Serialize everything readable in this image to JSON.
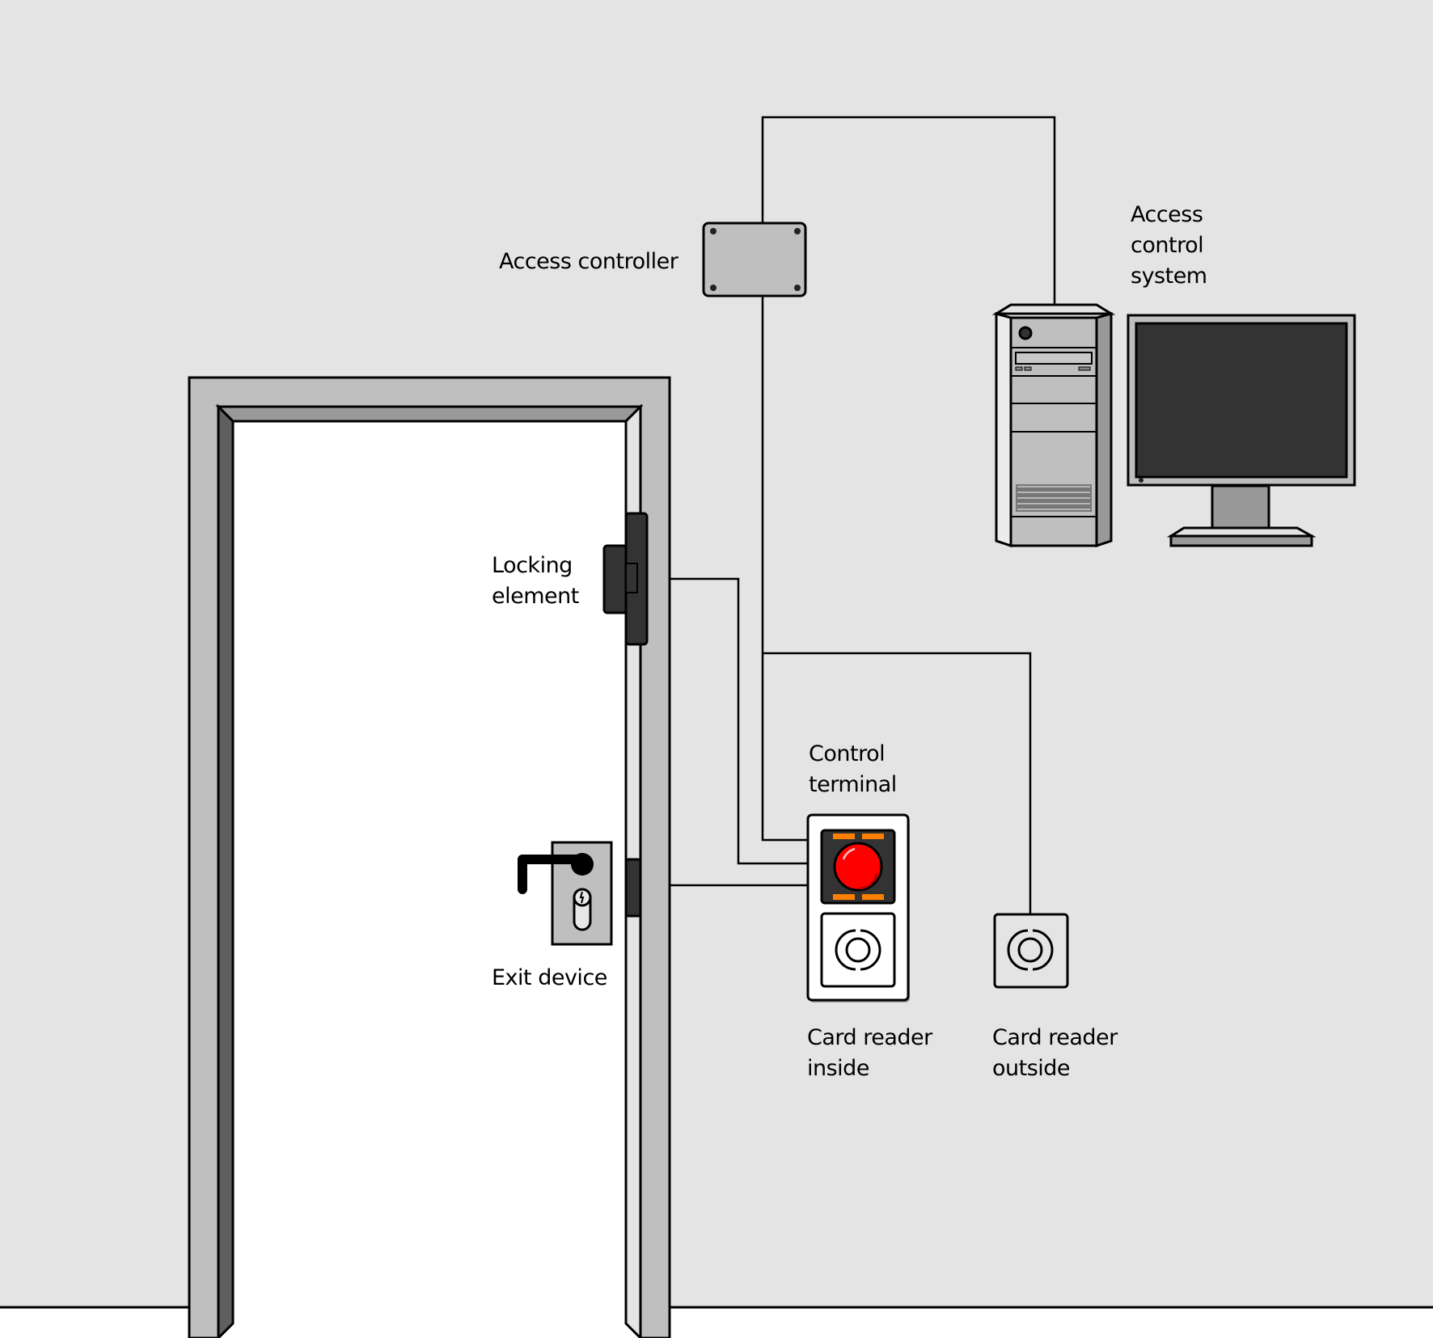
{
  "diagram": {
    "title": "Access control system door installation",
    "colors": {
      "wall": "#e4e4e4",
      "floor": "#ffffff",
      "frame": "#bfbfbf",
      "frame_dark": "#5f5f5f",
      "frame_mid": "#999999",
      "device_dark": "#333333",
      "button_red": "#ff0000",
      "led_orange": "#ff8000",
      "line": "#000000"
    },
    "components": [
      {
        "id": "access-controller",
        "label_lines": [
          "Access controller"
        ]
      },
      {
        "id": "access-control-system",
        "label_lines": [
          "Access",
          "control",
          "system"
        ]
      },
      {
        "id": "locking-element",
        "label_lines": [
          "Locking",
          "element"
        ]
      },
      {
        "id": "control-terminal",
        "label_lines": [
          "Control",
          "terminal"
        ]
      },
      {
        "id": "exit-device",
        "label_lines": [
          "Exit device"
        ]
      },
      {
        "id": "card-reader-inside",
        "label_lines": [
          "Card reader",
          "inside"
        ]
      },
      {
        "id": "card-reader-outside",
        "label_lines": [
          "Card reader",
          "outside"
        ]
      }
    ],
    "connections": [
      {
        "from": "access-controller",
        "to": "access-control-system"
      },
      {
        "from": "access-controller",
        "to": "control-terminal"
      },
      {
        "from": "access-controller",
        "to": "card-reader-outside"
      },
      {
        "from": "locking-element",
        "to": "control-terminal"
      },
      {
        "from": "exit-device",
        "to": "control-terminal"
      }
    ]
  }
}
